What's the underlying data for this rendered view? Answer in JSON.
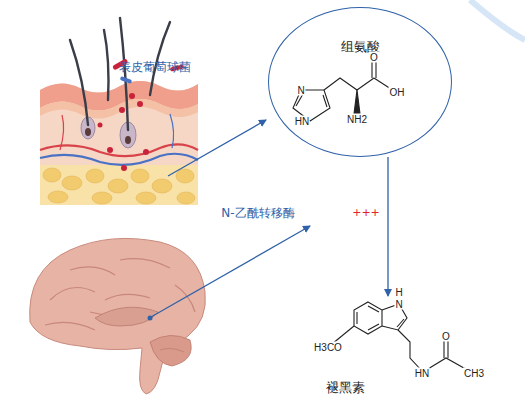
{
  "diagram": {
    "nodes": [
      {
        "text": [
          "组氨酸"
        ]
      }
    ],
    "labels": [
      "表皮葡萄球菌",
      "N",
      "HN",
      "O",
      "OH",
      "NH2",
      "N-乙酰转移酶",
      "+++",
      "H",
      "N",
      "H3CO",
      "HN",
      "O",
      "CH3",
      "褪黑素"
    ]
  }
}
